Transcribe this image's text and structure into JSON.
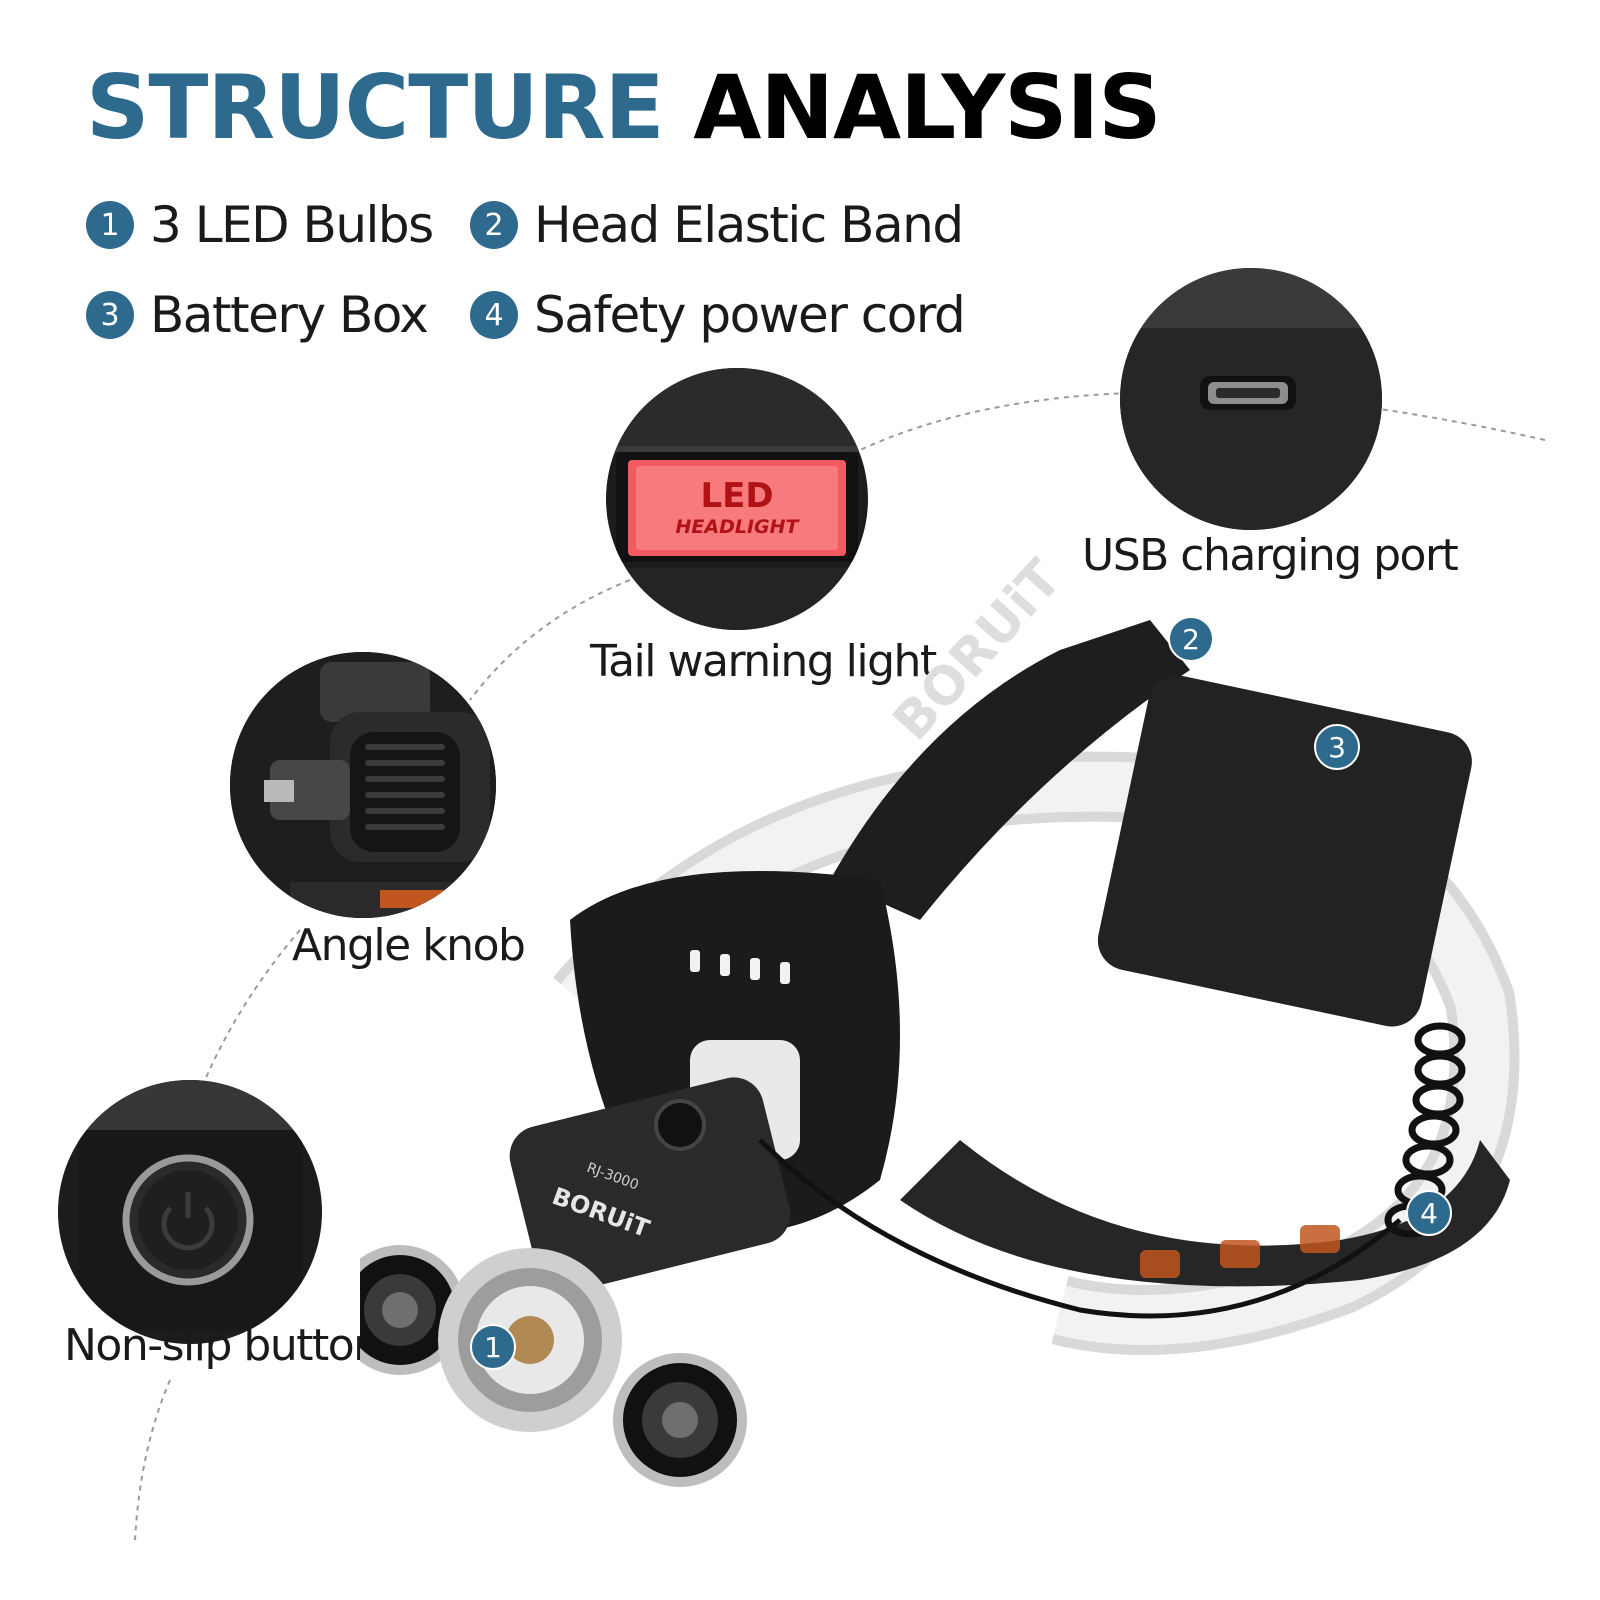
{
  "colors": {
    "accent": "#2d6a8e",
    "title_dark": "#000000",
    "led_red": "#f25a5f"
  },
  "title": {
    "word1": "STRUCTURE",
    "word2": "ANALYSIS"
  },
  "legend": [
    {
      "num": "1",
      "label": "3 LED Bulbs"
    },
    {
      "num": "2",
      "label": "Head Elastic Band"
    },
    {
      "num": "3",
      "label": "Battery Box"
    },
    {
      "num": "4",
      "label": "Safety power cord"
    }
  ],
  "callouts": {
    "tail_light": "Tail warning light",
    "usb_port": "USB charging port",
    "angle_knob": "Angle knob",
    "button": "Non-slip button"
  },
  "tail_light_panel": {
    "line1": "LED",
    "line2": "HEADLIGHT"
  },
  "brand": {
    "strap_logo": "BORUiT",
    "model": "RJ-3000"
  },
  "markers": [
    "1",
    "2",
    "3",
    "4"
  ],
  "icons": [
    "power-icon",
    "micro-usb-port-icon",
    "angle-knob-icon",
    "headlamp-icon"
  ]
}
